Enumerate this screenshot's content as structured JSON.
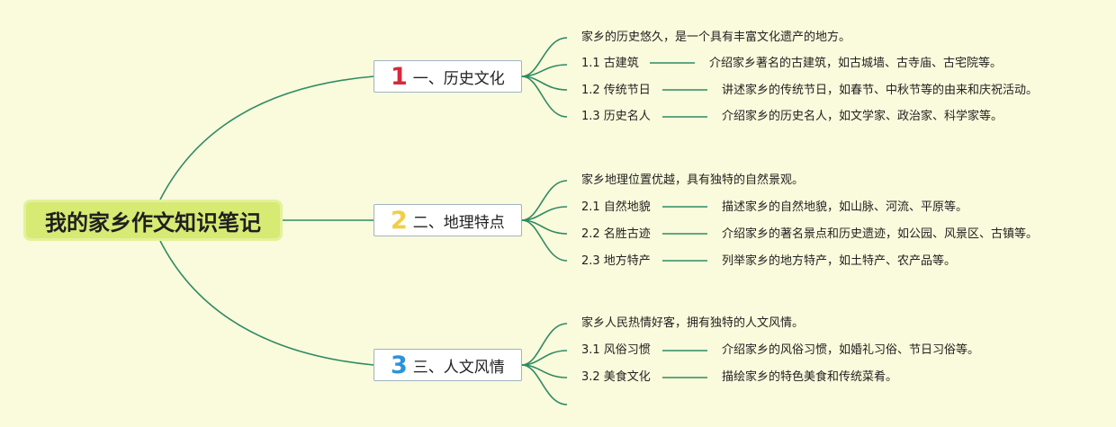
{
  "root": {
    "title": "我的家乡作文知识笔记"
  },
  "branches": [
    {
      "number": "1",
      "label": "一、历史文化",
      "intro": "家乡的历史悠久，是一个具有丰富文化遗产的地方。",
      "items": [
        {
          "title": "1.1 古建筑",
          "desc": "介绍家乡著名的古建筑，如古城墙、古寺庙、古宅院等。"
        },
        {
          "title": "1.2 传统节日",
          "desc": "讲述家乡的传统节日，如春节、中秋节等的由来和庆祝活动。"
        },
        {
          "title": "1.3 历史名人",
          "desc": "介绍家乡的历史名人，如文学家、政治家、科学家等。"
        }
      ]
    },
    {
      "number": "2",
      "label": "二、地理特点",
      "intro": "家乡地理位置优越，具有独特的自然景观。",
      "items": [
        {
          "title": "2.1 自然地貌",
          "desc": "描述家乡的自然地貌，如山脉、河流、平原等。"
        },
        {
          "title": "2.2 名胜古迹",
          "desc": "介绍家乡的著名景点和历史遗迹，如公园、风景区、古镇等。"
        },
        {
          "title": "2.3 地方特产",
          "desc": "列举家乡的地方特产，如土特产、农产品等。"
        }
      ]
    },
    {
      "number": "3",
      "label": "三、人文风情",
      "intro": "家乡人民热情好客，拥有独特的人文风情。",
      "items": [
        {
          "title": "3.1 风俗习惯",
          "desc": "介绍家乡的风俗习惯，如婚礼习俗、节日习俗等。"
        },
        {
          "title": "3.2 美食文化",
          "desc": "描绘家乡的特色美食和传统菜肴。"
        }
      ]
    }
  ],
  "colors": {
    "line": "#2e8b63",
    "root_bg": "#d6ea74",
    "background": "#fafadc"
  }
}
